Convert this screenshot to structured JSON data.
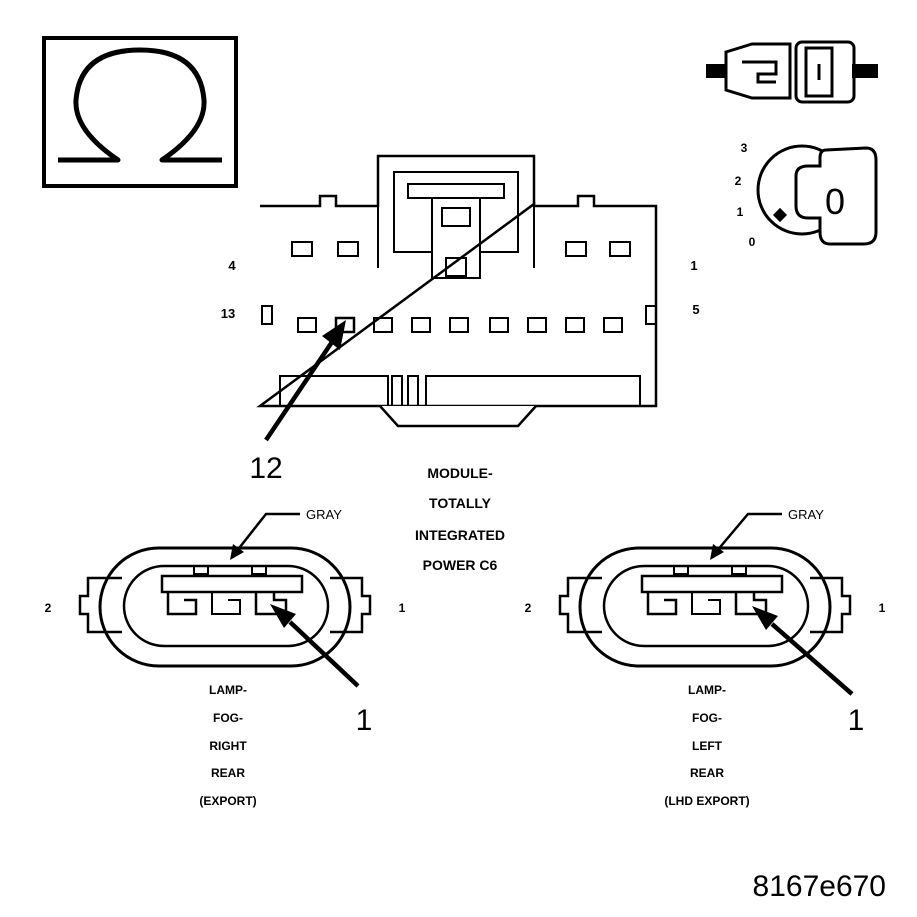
{
  "icons": {
    "ohm_meter": "ohm-icon",
    "connector": "connector-disconnected-icon",
    "ignition": "ignition-key-icon"
  },
  "ignition": {
    "positions": [
      "3",
      "2",
      "1",
      "0"
    ],
    "key_position": "0"
  },
  "module_connector": {
    "title_lines": [
      "MODULE-",
      "TOTALLY",
      "INTEGRATED",
      "POWER C6"
    ],
    "pin_labels": {
      "top_left": "4",
      "top_right": "1",
      "bottom_left": "13",
      "bottom_right": "5"
    },
    "callout_pin": "12"
  },
  "lamp_right": {
    "color_label": "GRAY",
    "pin_left": "2",
    "pin_right": "1",
    "callout_pin": "1",
    "title_lines": [
      "LAMP-",
      "FOG-",
      "RIGHT",
      "REAR",
      "(EXPORT)"
    ]
  },
  "lamp_left": {
    "color_label": "GRAY",
    "pin_left": "2",
    "pin_right": "1",
    "callout_pin": "1",
    "title_lines": [
      "LAMP-",
      "FOG-",
      "LEFT",
      "REAR",
      "(LHD EXPORT)"
    ]
  },
  "figure_id": "8167e670"
}
